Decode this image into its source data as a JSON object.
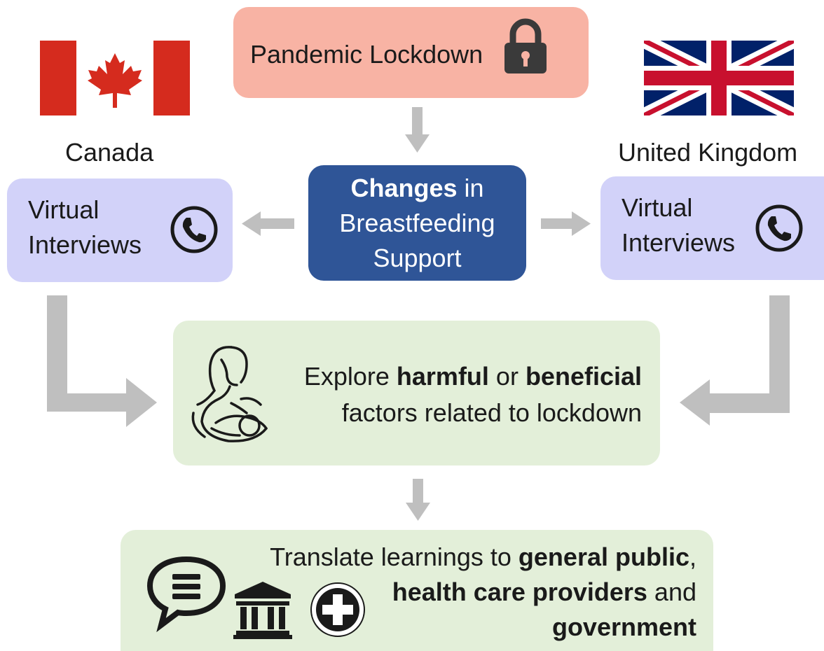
{
  "lockdown": {
    "label": "Pandemic Lockdown"
  },
  "countries": {
    "left": "Canada",
    "right": "United Kingdom"
  },
  "changes": {
    "line1_bold": "Changes",
    "line1_rest": " in",
    "line2": "Breastfeeding",
    "line3": "Support"
  },
  "virtual_left": {
    "line1": "Virtual",
    "line2": "Interviews"
  },
  "virtual_right": {
    "line1": "Virtual",
    "line2": "Interviews"
  },
  "explore": {
    "p1": "Explore ",
    "b1": "harmful",
    "p2": " or ",
    "b2": "beneficial",
    "line2": "factors related to lockdown"
  },
  "translate": {
    "p1": "Translate learnings to ",
    "b1": "general public",
    "p2": ",",
    "b2": "health care providers",
    "p3": " and",
    "b3": "government"
  },
  "colors": {
    "lockdown_fill": "#f8b3a4",
    "changes_fill": "#2f5597",
    "virtual_fill": "#d2d2f9",
    "outcome_fill": "#e3efd9",
    "arrow": "#bfbfbf",
    "canada_red": "#d52b1e",
    "uk_blue": "#012169",
    "uk_red": "#c8102e"
  },
  "icons": [
    "lock-icon",
    "canada-flag",
    "uk-flag",
    "phone-icon",
    "mother-baby-icon",
    "speech-bubble-icon",
    "government-building-icon",
    "medical-cross-icon"
  ]
}
